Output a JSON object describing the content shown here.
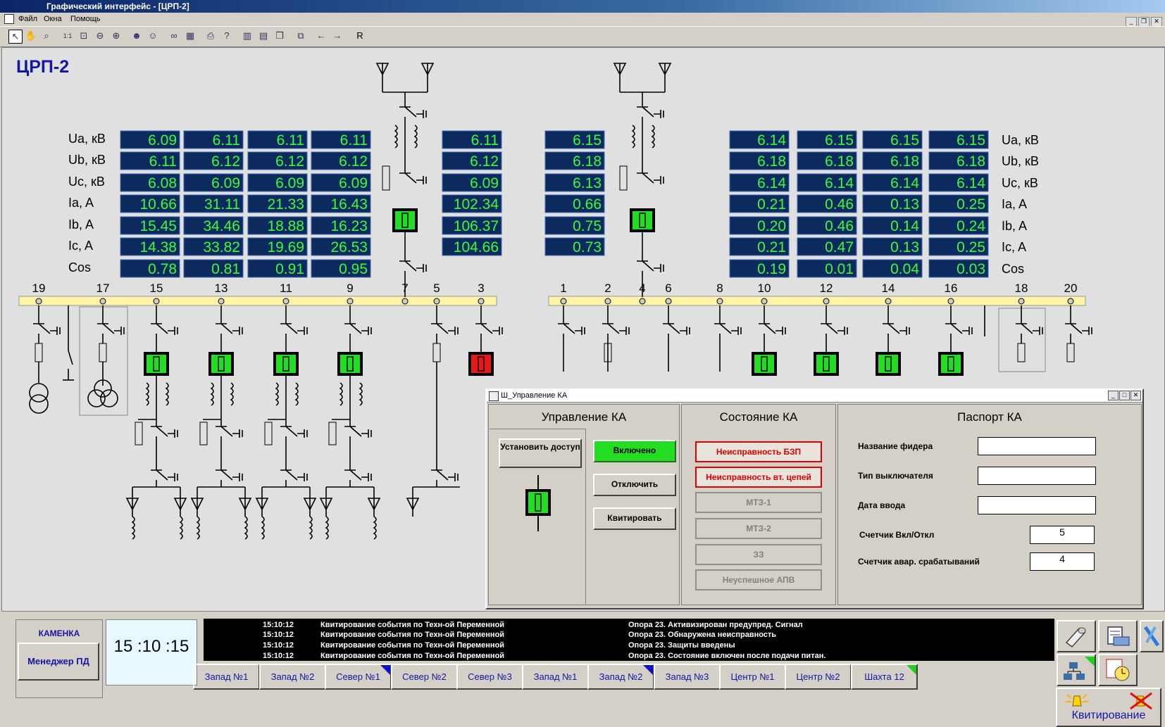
{
  "window": {
    "title": "Графический интерфейс - [ЦРП-2]"
  },
  "menu": {
    "file": "Файл",
    "windows": "Окна",
    "help": "Помощь"
  },
  "toolbar": {
    "r_label": "R"
  },
  "schema": {
    "title": "ЦРП-2",
    "param_labels_left": [
      "Ua, кВ",
      "Ub, кВ",
      "Uc, кВ",
      "Ia, A",
      "Ib, A",
      "Ic, A",
      "Cos"
    ],
    "param_labels_right": [
      "Ua, кВ",
      "Ub, кВ",
      "Uc, кВ",
      "Ia, A",
      "Ib, A",
      "Ic, A",
      "Cos"
    ],
    "columns": [
      {
        "values": [
          "6.09",
          "6.11",
          "6.08",
          "10.66",
          "15.45",
          "14.38",
          "0.78"
        ]
      },
      {
        "values": [
          "6.11",
          "6.12",
          "6.09",
          "31.11",
          "34.46",
          "33.82",
          "0.81"
        ]
      },
      {
        "values": [
          "6.11",
          "6.12",
          "6.09",
          "21.33",
          "18.88",
          "19.69",
          "0.91"
        ]
      },
      {
        "values": [
          "6.11",
          "6.12",
          "6.09",
          "16.43",
          "16.23",
          "26.53",
          "0.95"
        ]
      },
      {
        "values": [
          "6.11",
          "6.12",
          "6.09",
          "102.34",
          "106.37",
          "104.66"
        ]
      },
      {
        "values": [
          "6.15",
          "6.18",
          "6.13",
          "0.66",
          "0.75",
          "0.73"
        ]
      },
      {
        "values": [
          "6.14",
          "6.18",
          "6.14",
          "0.21",
          "0.20",
          "0.21",
          "0.19"
        ]
      },
      {
        "values": [
          "6.15",
          "6.18",
          "6.14",
          "0.46",
          "0.46",
          "0.47",
          "0.01"
        ]
      },
      {
        "values": [
          "6.15",
          "6.18",
          "6.14",
          "0.13",
          "0.14",
          "0.13",
          "0.04"
        ]
      },
      {
        "values": [
          "6.15",
          "6.18",
          "6.14",
          "0.25",
          "0.24",
          "0.25",
          "0.03"
        ]
      }
    ],
    "feeders_left": [
      "19",
      "17",
      "15",
      "13",
      "11",
      "9",
      "7",
      "5",
      "3"
    ],
    "feeders_right": [
      "1",
      "2",
      "4",
      "6",
      "8",
      "10",
      "12",
      "14",
      "16",
      "18",
      "20"
    ]
  },
  "dialog": {
    "title": "Ш_Управление КА",
    "control": {
      "header": "Управление КА",
      "set_access": "Установить доступ",
      "state_on": "Включено",
      "turn_off": "Отключить",
      "acknowledge": "Квитировать"
    },
    "state": {
      "header": "Состояние КА",
      "items": [
        "Неисправность БЗП",
        "Неисправность вт. цепей",
        "МТЗ-1",
        "МТЗ-2",
        "ЗЗ",
        "Неуспешное АПВ"
      ]
    },
    "passport": {
      "header": "Паспорт КА",
      "feeder_name_label": "Название фидера",
      "feeder_name_value": "",
      "breaker_type_label": "Тип выключателя",
      "breaker_type_value": "",
      "commission_date_label": "Дата ввода",
      "commission_date_value": "",
      "onoff_counter_label": "Счетчик Вкл/Откл",
      "onoff_counter_value": "5",
      "alarm_counter_label": "Счетчик авар. срабатываний",
      "alarm_counter_value": "4"
    }
  },
  "status": {
    "location": "КАМЕНКА",
    "manager_button": "Менеджер ПД",
    "clock": "15 :10 :15"
  },
  "log": [
    {
      "time": "15:10:12",
      "event": "Квитирование события по Техн-ой Переменной",
      "message": "Опора 23. Активизирован предупред. Сигнал"
    },
    {
      "time": "15:10:12",
      "event": "Квитирование события по Техн-ой Переменной",
      "message": "Опора 23. Обнаружена неисправность"
    },
    {
      "time": "15:10:12",
      "event": "Квитирование события по Техн-ой Переменной",
      "message": "Опора 23. Защиты введены"
    },
    {
      "time": "15:10:12",
      "event": "Квитирование события по Техн-ой Переменной",
      "message": "Опора 23. Состояние включен после подачи питан."
    }
  ],
  "tabs": [
    {
      "label": "Запад №1"
    },
    {
      "label": "Запад №2"
    },
    {
      "label": "Север №1",
      "flag": "#1010d0"
    },
    {
      "label": "Север №2"
    },
    {
      "label": "Север №3"
    },
    {
      "label": "Запад №1"
    },
    {
      "label": "Запад №2",
      "flag": "#1010d0"
    },
    {
      "label": "Запад №3"
    },
    {
      "label": "Центр №1"
    },
    {
      "label": "Центр №2"
    },
    {
      "label": "Шахта 12",
      "flag": "#20d020"
    }
  ],
  "tools": {
    "acknowledge": "Квитирование"
  },
  "colors": {
    "bus": "#fff4a8",
    "closed": "#22dd22",
    "open": "#e81818",
    "value": "#36ff3a",
    "value_bg": "#0c2a5e"
  }
}
